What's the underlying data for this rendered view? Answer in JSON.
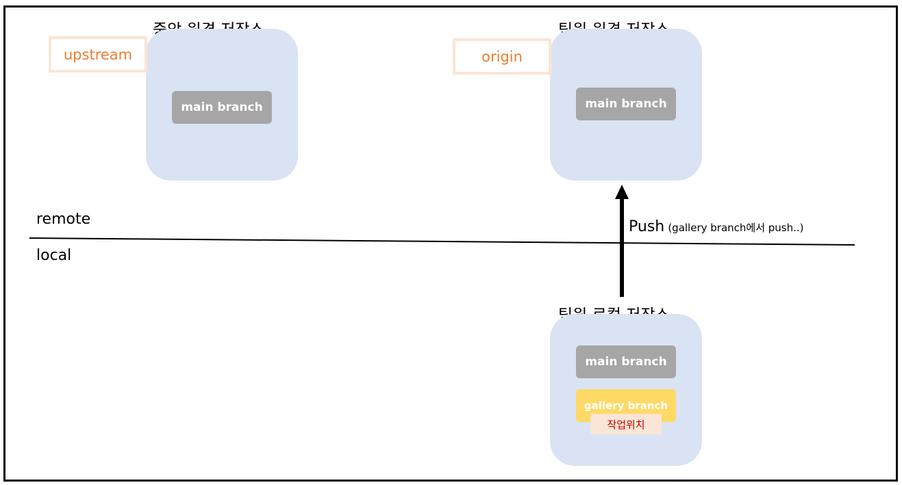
{
  "repos": {
    "central_remote": {
      "title": "중앙 원격 저장소",
      "tag": "upstream",
      "branch": "main branch"
    },
    "member_remote": {
      "title": "팀원 원격 저장소",
      "tag": "origin",
      "branch": "main branch"
    },
    "member_local": {
      "title": "팀원 로컬 저장소",
      "branches": [
        "main branch",
        "gallery branch"
      ],
      "work_position": "작업위치"
    }
  },
  "zones": {
    "remote": "remote",
    "local": "local"
  },
  "push": {
    "label": "Push",
    "note": "(gallery branch에서 push..)"
  },
  "colors": {
    "repo_bg": "#dae3f3",
    "main_branch": "#a6a6a6",
    "gallery_branch": "#ffd966",
    "tag_text": "#ed7d31",
    "tag_border": "#fbe5d6",
    "work_position_text": "#c00000"
  }
}
